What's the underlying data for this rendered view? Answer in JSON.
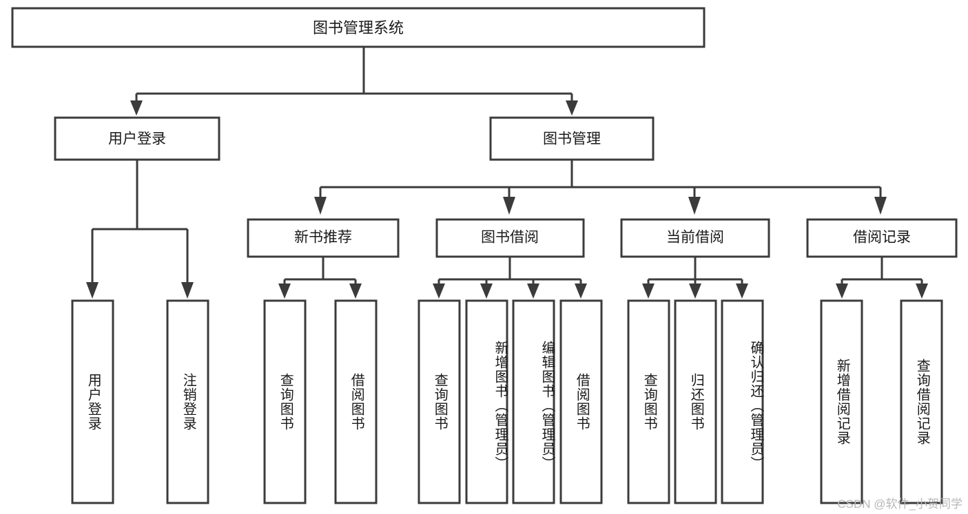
{
  "diagram": {
    "title": "图书管理系统",
    "type": "tree",
    "orientation": "top-down",
    "colors": {
      "background": "#ffffff",
      "box_fill": "#ffffff",
      "box_stroke": "#3b3b3b",
      "text": "#1a1a1a",
      "watermark": "#b7b7b7"
    },
    "root": {
      "id": "root",
      "label": "图书管理系统"
    },
    "level2": [
      {
        "id": "user-login",
        "label": "用户登录"
      },
      {
        "id": "book-manage",
        "label": "图书管理"
      }
    ],
    "level3": [
      {
        "id": "new-book-rec",
        "label": "新书推荐",
        "parent": "book-manage"
      },
      {
        "id": "book-borrow",
        "label": "图书借阅",
        "parent": "book-manage"
      },
      {
        "id": "current-borrow",
        "label": "当前借阅",
        "parent": "book-manage"
      },
      {
        "id": "borrow-record",
        "label": "借阅记录",
        "parent": "book-manage"
      }
    ],
    "leaves": {
      "user-login": [
        {
          "id": "leaf-user-login",
          "label": "用户登录"
        },
        {
          "id": "leaf-logout",
          "label": "注销登录"
        }
      ],
      "new-book-rec": [
        {
          "id": "leaf-query-book-1",
          "label": "查询图书"
        },
        {
          "id": "leaf-borrow-book-1",
          "label": "借阅图书"
        }
      ],
      "book-borrow": [
        {
          "id": "leaf-query-book-2",
          "label": "查询图书"
        },
        {
          "id": "leaf-add-book",
          "label": "新增图书（管理员）"
        },
        {
          "id": "leaf-edit-book",
          "label": "编辑图书（管理员）"
        },
        {
          "id": "leaf-borrow-book-2",
          "label": "借阅图书"
        }
      ],
      "current-borrow": [
        {
          "id": "leaf-query-book-3",
          "label": "查询图书"
        },
        {
          "id": "leaf-return-book",
          "label": "归还图书"
        },
        {
          "id": "leaf-confirm-return",
          "label": "确认归还（管理员）"
        }
      ],
      "borrow-record": [
        {
          "id": "leaf-add-record",
          "label": "新增借阅记录"
        },
        {
          "id": "leaf-query-record",
          "label": "查询借阅记录"
        }
      ]
    },
    "watermark": "CSDN @软件_小贺同学"
  }
}
